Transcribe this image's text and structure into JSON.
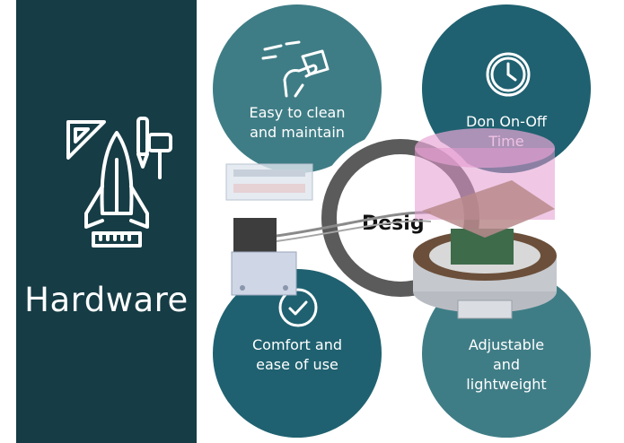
{
  "sidebar": {
    "title": "Hardware"
  },
  "features": {
    "top_left": [
      "Easy to clean",
      "and maintain"
    ],
    "top_right": [
      "Don On-Off",
      "Time"
    ],
    "bottom_left": [
      "Comfort and",
      "ease of use"
    ],
    "bottom_right": [
      "Adjustable",
      "and",
      "lightweight"
    ]
  },
  "center": {
    "label": "Desig"
  },
  "colors": {
    "panel": "#163c45",
    "circle_dark": "#1f6170",
    "circle_light": "#3f7d86",
    "ring": "#5b5b5b"
  }
}
